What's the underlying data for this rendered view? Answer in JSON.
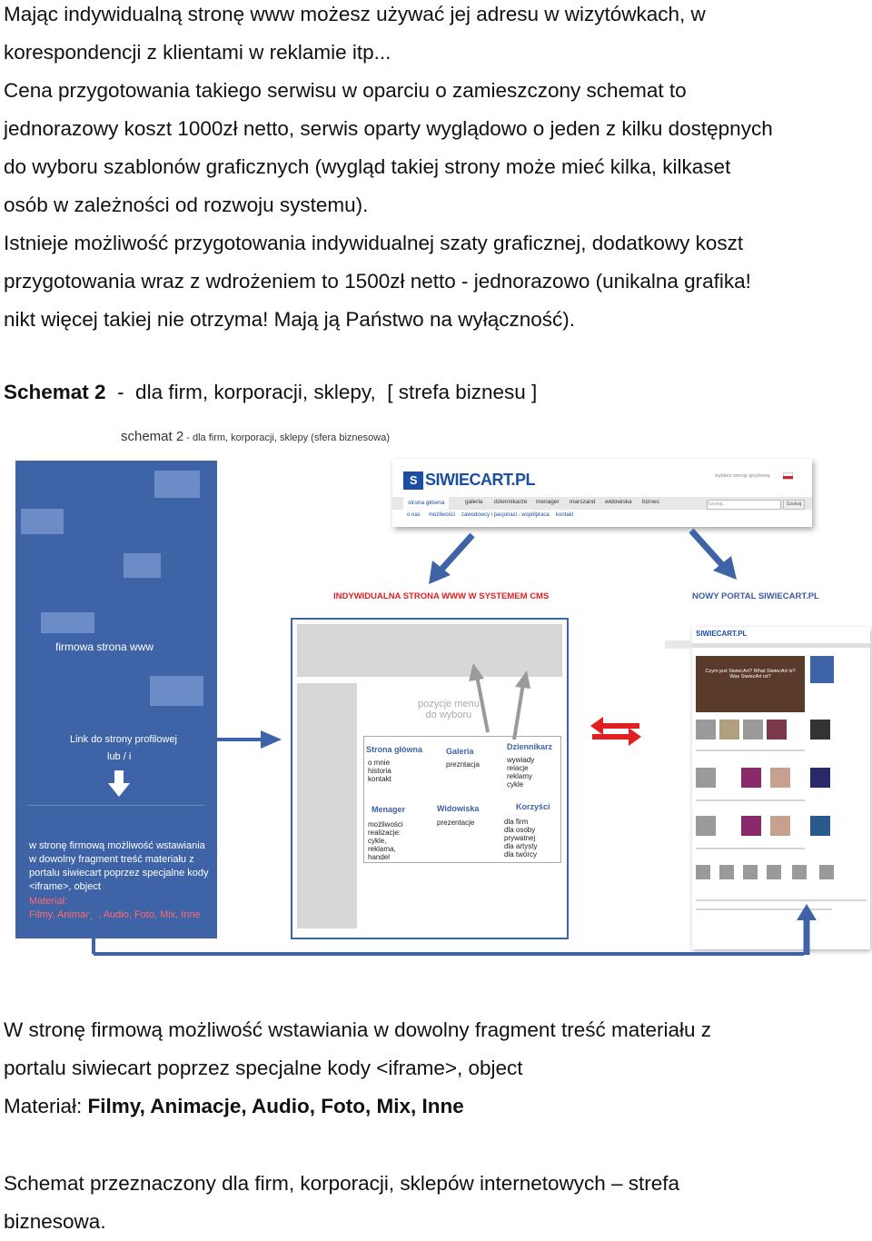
{
  "intro": {
    "lines": [
      "Mając indywidualną  stronę www możesz używać jej adresu w wizytówkach, w",
      "korespondencji z klientami w reklamie itp...",
      "Cena przygotowania takiego serwisu w oparciu o zamieszczony schemat to",
      "jednorazowy koszt 1000zł netto, serwis oparty wyglądowo o jeden z kilku dostępnych",
      "do wyboru szablonów graficznych (wygląd takiej strony może mieć kilka, kilkaset",
      "osób w zależności od rozwoju systemu).",
      "Istnieje możliwość przygotowania indywidualnej szaty graficznej, dodatkowy koszt",
      "przygotowania  wraz z wdrożeniem to 1500zł netto - jednorazowo (unikalna grafika!",
      "nikt więcej takiej nie otrzyma! Mają ją Państwo na wyłączność)."
    ]
  },
  "schema_heading": {
    "bold": "Schemat 2",
    "rest": "  -  dla firm, korporacji, sklepy,  [ strefa biznesu ]"
  },
  "figure": {
    "title_big": "schemat 2",
    "title_small": " - dla firm, korporacji, sklepy (sfera biznesowa)",
    "blue_column": {
      "firm_site": "firmowa strona www",
      "profile_link": "Link do strony profilowej",
      "profile_or": "lub / i",
      "embed_lines": [
        "w stronę firmową możliwość wstawiania",
        "w dowolny fragment treść materiału z",
        "portalu siwiecart poprzez specjalne kody",
        "<iframe>, object"
      ],
      "material_label": "Materiał:",
      "material_list": "Filmy, Animacje, Audio, Foto, Mix, Inne"
    },
    "cms_label": "INDYWIDUALNA STRONA WWW  W SYSTEMEM CMS",
    "portal_label": "NOWY PORTAL SIWIECART.PL",
    "mini_site": {
      "logo_mark": "S",
      "logo": "SIWIECART.PL",
      "nav": [
        "strona główna",
        "galeria",
        "dziennikarze",
        "menager",
        "marszand",
        "widowiska",
        "biznes"
      ],
      "sub_nav": [
        "o nas",
        "możliwości",
        "zawodowcy i pasjonaci - współpraca",
        "kontakt"
      ],
      "top_right": "wybierz wersję językową",
      "search_placeholder": "Szukaj...",
      "search_button": "Szukaj"
    },
    "cms": {
      "menu_note_1": "pozycje menu",
      "menu_note_2": "do wyboru",
      "cells": [
        {
          "head": "Strona główna",
          "items": [
            "o mnie",
            "historia",
            "kontakt"
          ]
        },
        {
          "head": "Galeria",
          "items": [
            "prezntacja"
          ]
        },
        {
          "head": "Dziennikarz",
          "items": [
            "wywiady",
            "relacje",
            "reklamy",
            "cykle"
          ]
        },
        {
          "head": "Menager",
          "items": [
            "możliwości",
            "realizacje:",
            "cykle,",
            "reklama,",
            "handel"
          ]
        },
        {
          "head": "Widowiska",
          "items": [
            "prezentacje"
          ]
        },
        {
          "head": "Korzyści",
          "items": [
            "dla firm",
            "dla osoby prywatnej",
            "dla artysty",
            "dla twórcy"
          ]
        }
      ]
    },
    "portal": {
      "logo": "SIWIECART.PL",
      "video_caption_1": "Czym jest SiwiecArt?   What SiwiecArt is?",
      "video_caption_2": "Was SiwiecArt ist?"
    },
    "colors": {
      "blue": "#3e63a7",
      "red": "#e02020"
    }
  },
  "footer1": {
    "line1": "W stronę firmową możliwość wstawiania w dowolny fragment treść materiału z",
    "line2": "portalu siwiecart poprzez specjalne kody <iframe>, object",
    "material_label": "Materiał: ",
    "material_value": "Filmy, Animacje, Audio, Foto, Mix, Inne"
  },
  "footer2": {
    "line1": "Schemat przeznaczony dla firm, korporacji, sklepów internetowych – strefa",
    "line2": "biznesowa."
  }
}
